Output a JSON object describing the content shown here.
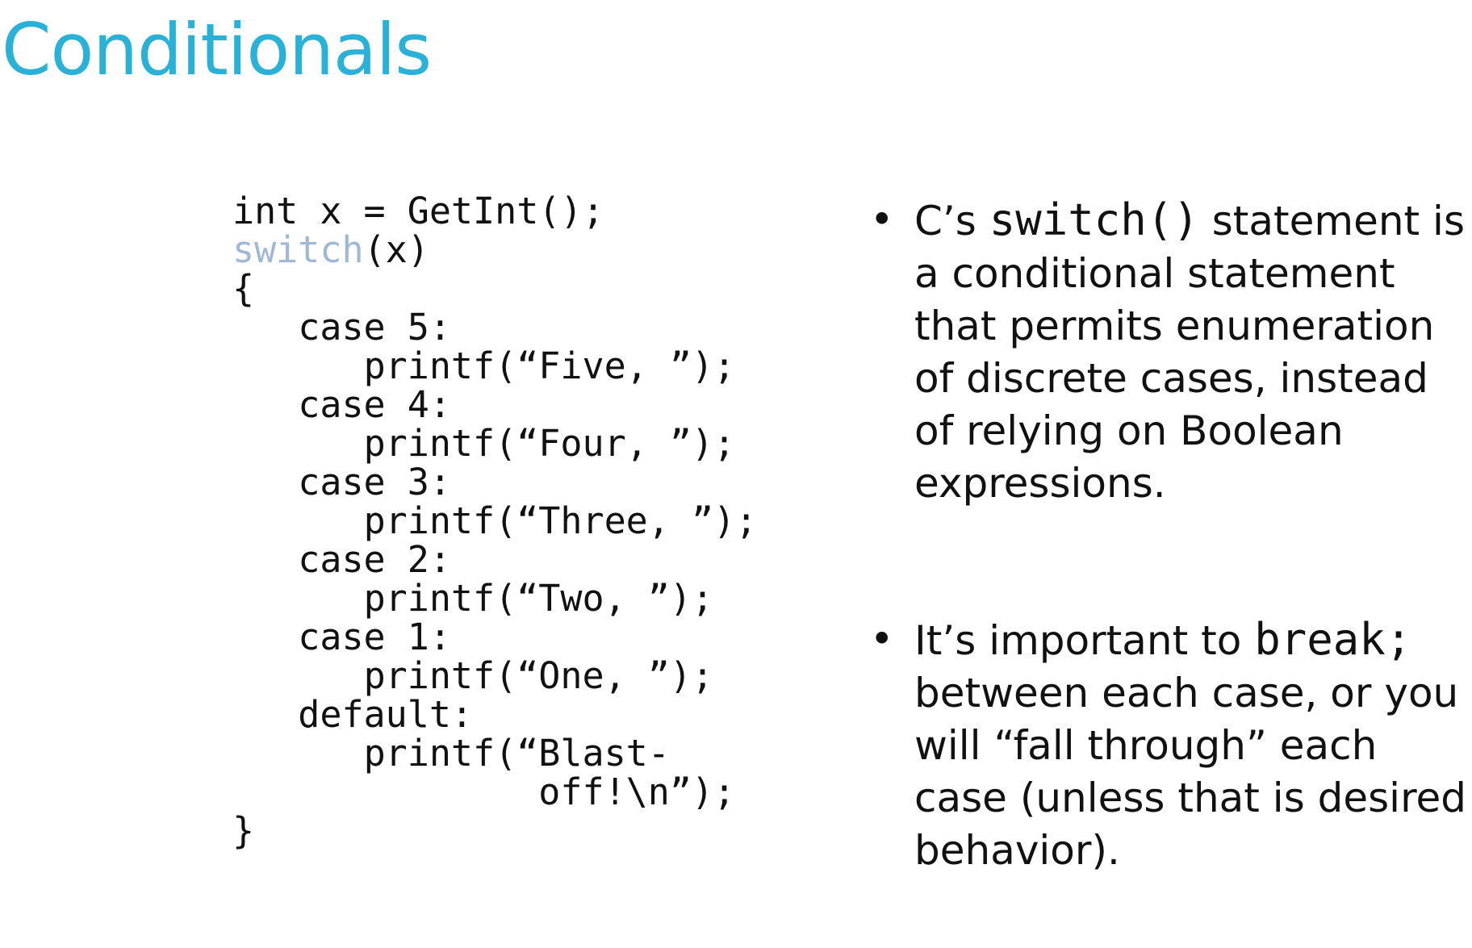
{
  "slide": {
    "title": "Conditionals"
  },
  "code": {
    "lines": [
      {
        "indent": "",
        "keyword": "",
        "text": "int x = GetInt();"
      },
      {
        "indent": "",
        "keyword": "switch",
        "text": "(x)"
      },
      {
        "indent": "",
        "keyword": "",
        "text": "{"
      },
      {
        "indent": "   ",
        "keyword": "",
        "text": "case 5:"
      },
      {
        "indent": "      ",
        "keyword": "",
        "text": "printf(“Five, ”);"
      },
      {
        "indent": "   ",
        "keyword": "",
        "text": "case 4:"
      },
      {
        "indent": "      ",
        "keyword": "",
        "text": "printf(“Four, ”);"
      },
      {
        "indent": "   ",
        "keyword": "",
        "text": "case 3:"
      },
      {
        "indent": "      ",
        "keyword": "",
        "text": "printf(“Three, ”);"
      },
      {
        "indent": "   ",
        "keyword": "",
        "text": "case 2:"
      },
      {
        "indent": "      ",
        "keyword": "",
        "text": "printf(“Two, ”);"
      },
      {
        "indent": "   ",
        "keyword": "",
        "text": "case 1:"
      },
      {
        "indent": "      ",
        "keyword": "",
        "text": "printf(“One, ”);"
      },
      {
        "indent": "   ",
        "keyword": "",
        "text": "default:"
      },
      {
        "indent": "      ",
        "keyword": "",
        "text": "printf(“Blast-"
      },
      {
        "indent": "              ",
        "keyword": "",
        "text": "off!\\n”);"
      },
      {
        "indent": "",
        "keyword": "",
        "text": "}"
      }
    ]
  },
  "bullets": {
    "first": {
      "prefix": "C’s ",
      "code": "switch()",
      "suffix": " statement is a conditional statement that permits enumeration of discrete cases, instead of relying on Boolean expressions."
    },
    "second": {
      "prefix": "It’s important to ",
      "code": "break;",
      "suffix": " between each case, or you will “fall through” each case (unless that is desired behavior)."
    }
  },
  "colors": {
    "title": "#29b1d8",
    "keyword_switch": "#9fb8d6",
    "text": "#111111",
    "background": "#ffffff"
  }
}
